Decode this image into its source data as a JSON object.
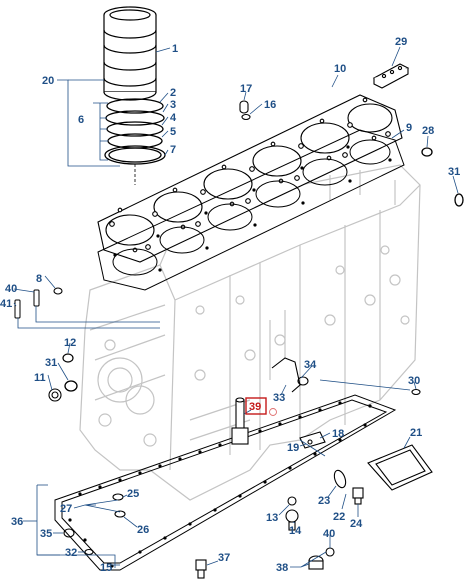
{
  "colors": {
    "label_text": "#1f4f86",
    "leader": "#1f4f86",
    "drawing_line": "#000000",
    "ghost_line": "#bfbfbf",
    "highlight": "#c41a1a"
  },
  "callouts": [
    "1",
    "2",
    "3",
    "4",
    "5",
    "6",
    "7",
    "8",
    "9",
    "10",
    "11",
    "12",
    "13",
    "14",
    "15",
    "16",
    "17",
    "18",
    "19",
    "20",
    "21",
    "22",
    "23",
    "24",
    "25",
    "26",
    "27",
    "28",
    "29",
    "30",
    "31",
    "31",
    "32",
    "33",
    "34",
    "35",
    "36",
    "37",
    "38",
    "39",
    "40",
    "40",
    "41"
  ],
  "highlighted_callout": "39"
}
